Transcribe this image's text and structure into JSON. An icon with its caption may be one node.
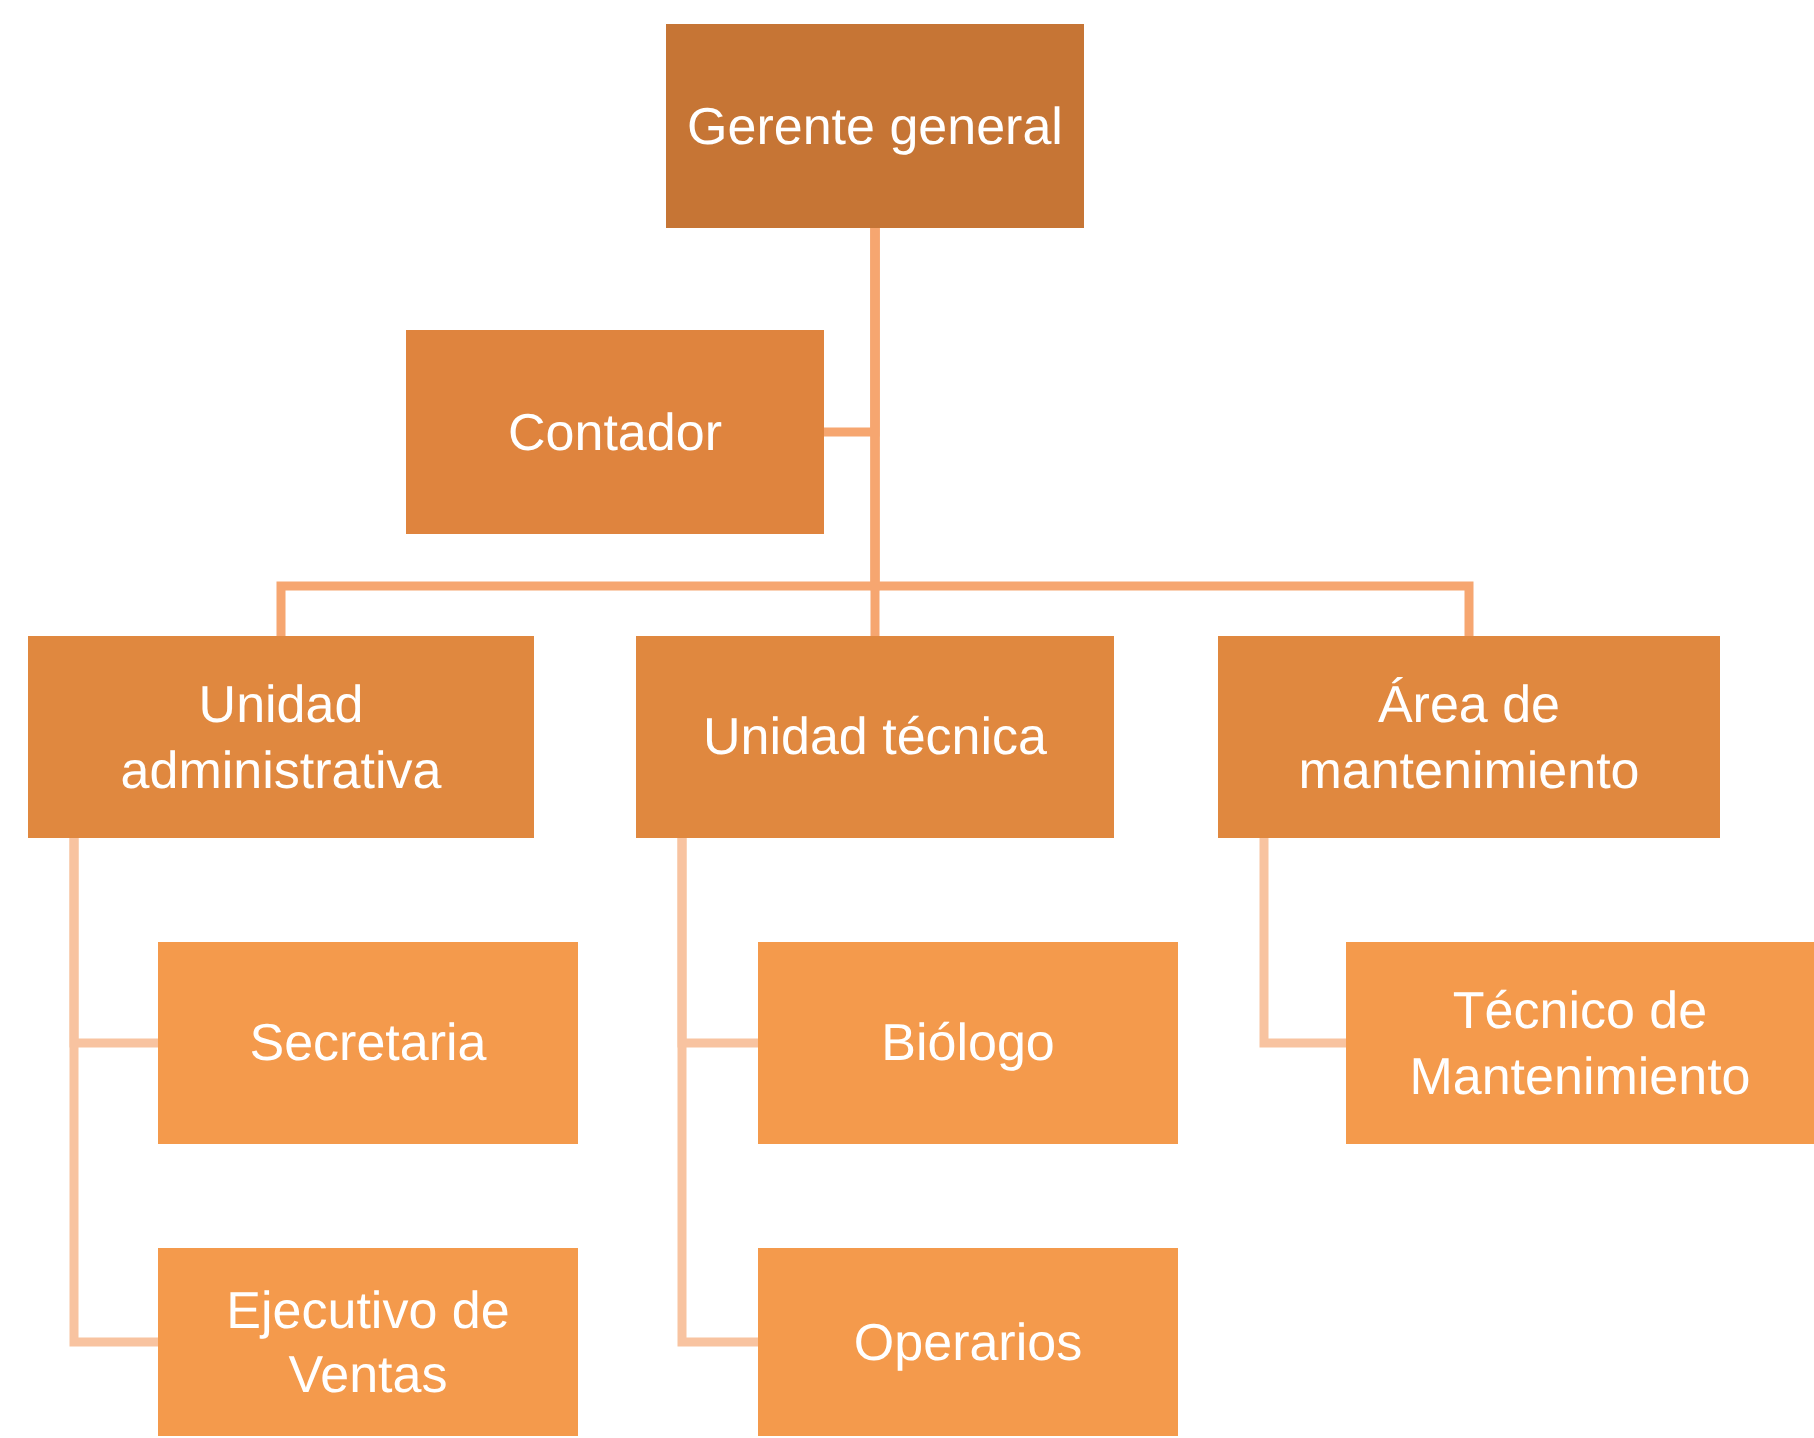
{
  "diagram": {
    "nodes": [
      {
        "text": [
          "Gerente general"
        ]
      },
      {
        "text": [
          "Contador"
        ]
      },
      {
        "text": [
          "Unidad administrativa"
        ]
      },
      {
        "text": [
          "Unidad técnica"
        ]
      },
      {
        "text": [
          "Área de mantenimiento"
        ]
      },
      {
        "text": [
          "Secretaria"
        ]
      },
      {
        "text": [
          "Ejecutivo de Ventas"
        ]
      },
      {
        "text": [
          "Biólogo"
        ]
      },
      {
        "text": [
          "Operarios"
        ]
      },
      {
        "text": [
          "Técnico de Mantenimiento"
        ]
      }
    ],
    "edges": [
      {
        "from": 0,
        "to": 1,
        "arrow": "none"
      },
      {
        "from": 0,
        "to": 2,
        "arrow": "none"
      },
      {
        "from": 0,
        "to": 3,
        "arrow": "none"
      },
      {
        "from": 0,
        "to": 4,
        "arrow": "none"
      },
      {
        "from": 2,
        "to": 5,
        "arrow": "none",
        "color": "#f8c3a0"
      },
      {
        "from": 2,
        "to": 6,
        "arrow": "none",
        "color": "#f8c3a0"
      },
      {
        "from": 3,
        "to": 7,
        "arrow": "none",
        "color": "#f8c3a0"
      },
      {
        "from": 3,
        "to": 8,
        "arrow": "none",
        "color": "#f8c3a0"
      },
      {
        "from": 4,
        "to": 9,
        "arrow": "none",
        "color": "#f8c3a0"
      }
    ]
  }
}
